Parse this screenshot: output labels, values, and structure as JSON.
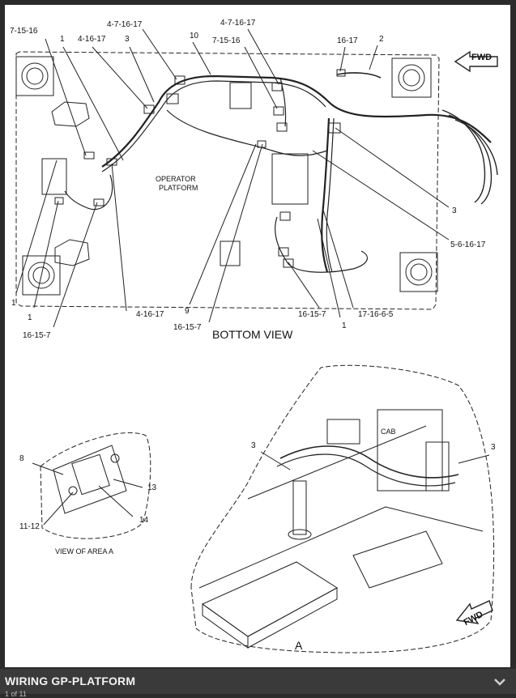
{
  "footer": {
    "title": "WIRING GP-PLATFORM",
    "subtitle": "1 of 11"
  },
  "diagram": {
    "bottom_view_title": "BOTTOM VIEW",
    "platform_label_line1": "OPERATOR",
    "platform_label_line2": "PLATFORM",
    "view_area_title": "VIEW OF AREA A",
    "area_letter": "A",
    "cab_label": "CAB",
    "fwd": "FWD",
    "callouts_top": [
      {
        "text": "7-15-16"
      },
      {
        "text": "1"
      },
      {
        "text": "4-16-17"
      },
      {
        "text": "3"
      },
      {
        "text": "4-7-16-17"
      },
      {
        "text": "10"
      },
      {
        "text": "4-7-16-17"
      },
      {
        "text": "7-15-16"
      },
      {
        "text": "16-17"
      },
      {
        "text": "2"
      },
      {
        "text": "3"
      },
      {
        "text": "5-6-16-17"
      },
      {
        "text": "1"
      },
      {
        "text": "1"
      },
      {
        "text": "16-15-7"
      },
      {
        "text": "4-16-17"
      },
      {
        "text": "9"
      },
      {
        "text": "16-15-7"
      },
      {
        "text": "16-15-7"
      },
      {
        "text": "1"
      },
      {
        "text": "17-16-6-5"
      }
    ],
    "callouts_lower": [
      {
        "text": "8"
      },
      {
        "text": "13"
      },
      {
        "text": "14"
      },
      {
        "text": "11-12"
      },
      {
        "text": "3"
      },
      {
        "text": "3"
      }
    ]
  }
}
